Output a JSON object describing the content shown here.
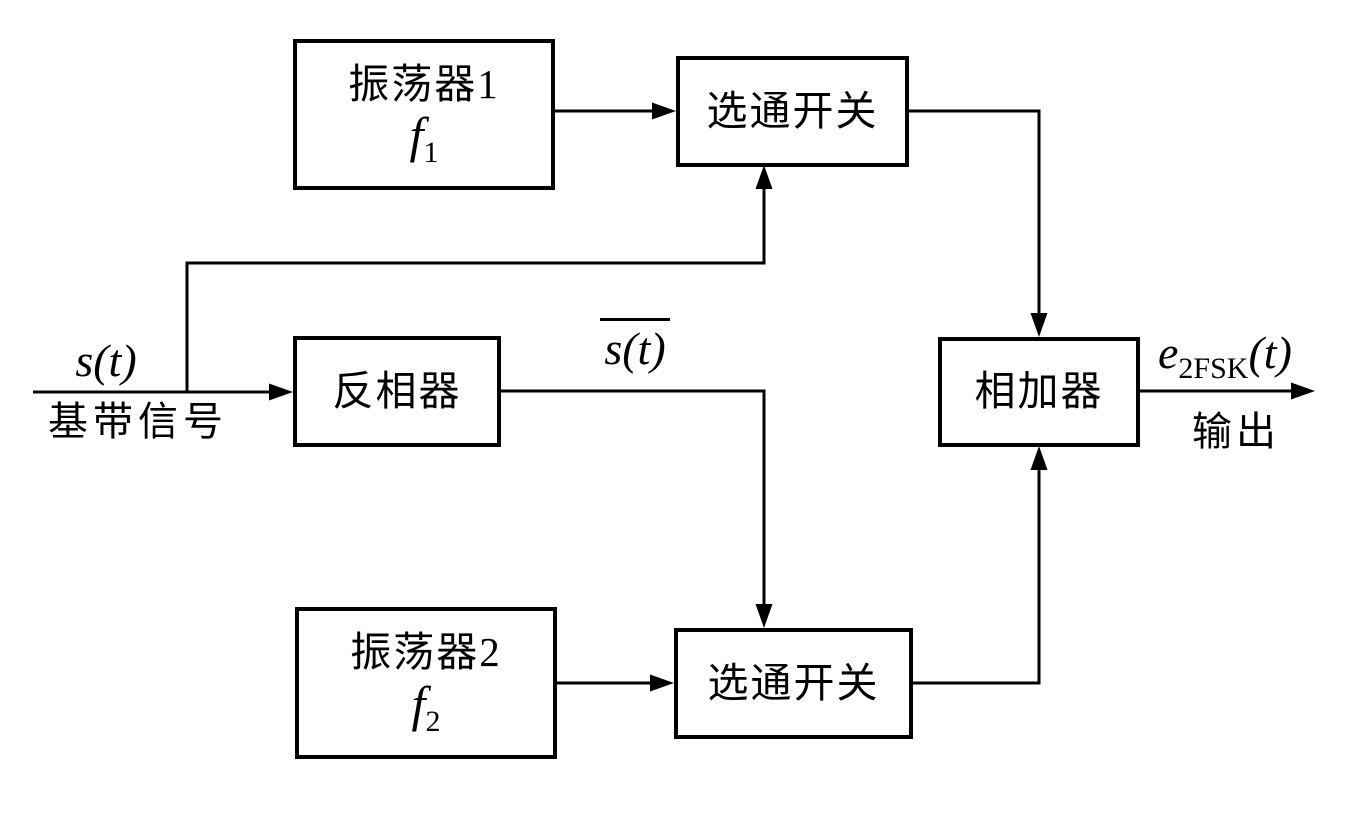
{
  "diagram_type": "2FSK-modulator-block-diagram",
  "colors": {
    "line": "#000000",
    "background": "#ffffff"
  },
  "blocks": {
    "osc1": {
      "name_cn": "振荡器1",
      "freq_base": "f",
      "freq_sub": "1"
    },
    "gate1": {
      "label": "选通开关"
    },
    "inverter": {
      "label": "反相器"
    },
    "adder": {
      "label": "相加器"
    },
    "osc2": {
      "name_cn": "振荡器2",
      "freq_base": "f",
      "freq_sub": "2"
    },
    "gate2": {
      "label": "选通开关"
    }
  },
  "labels": {
    "input_signal": "s(t)",
    "input_caption": "基带信号",
    "inverted_signal": "s(t)",
    "output_base": "e",
    "output_sub": "2FSK",
    "output_arg": "(t)",
    "output_caption": "输出"
  }
}
